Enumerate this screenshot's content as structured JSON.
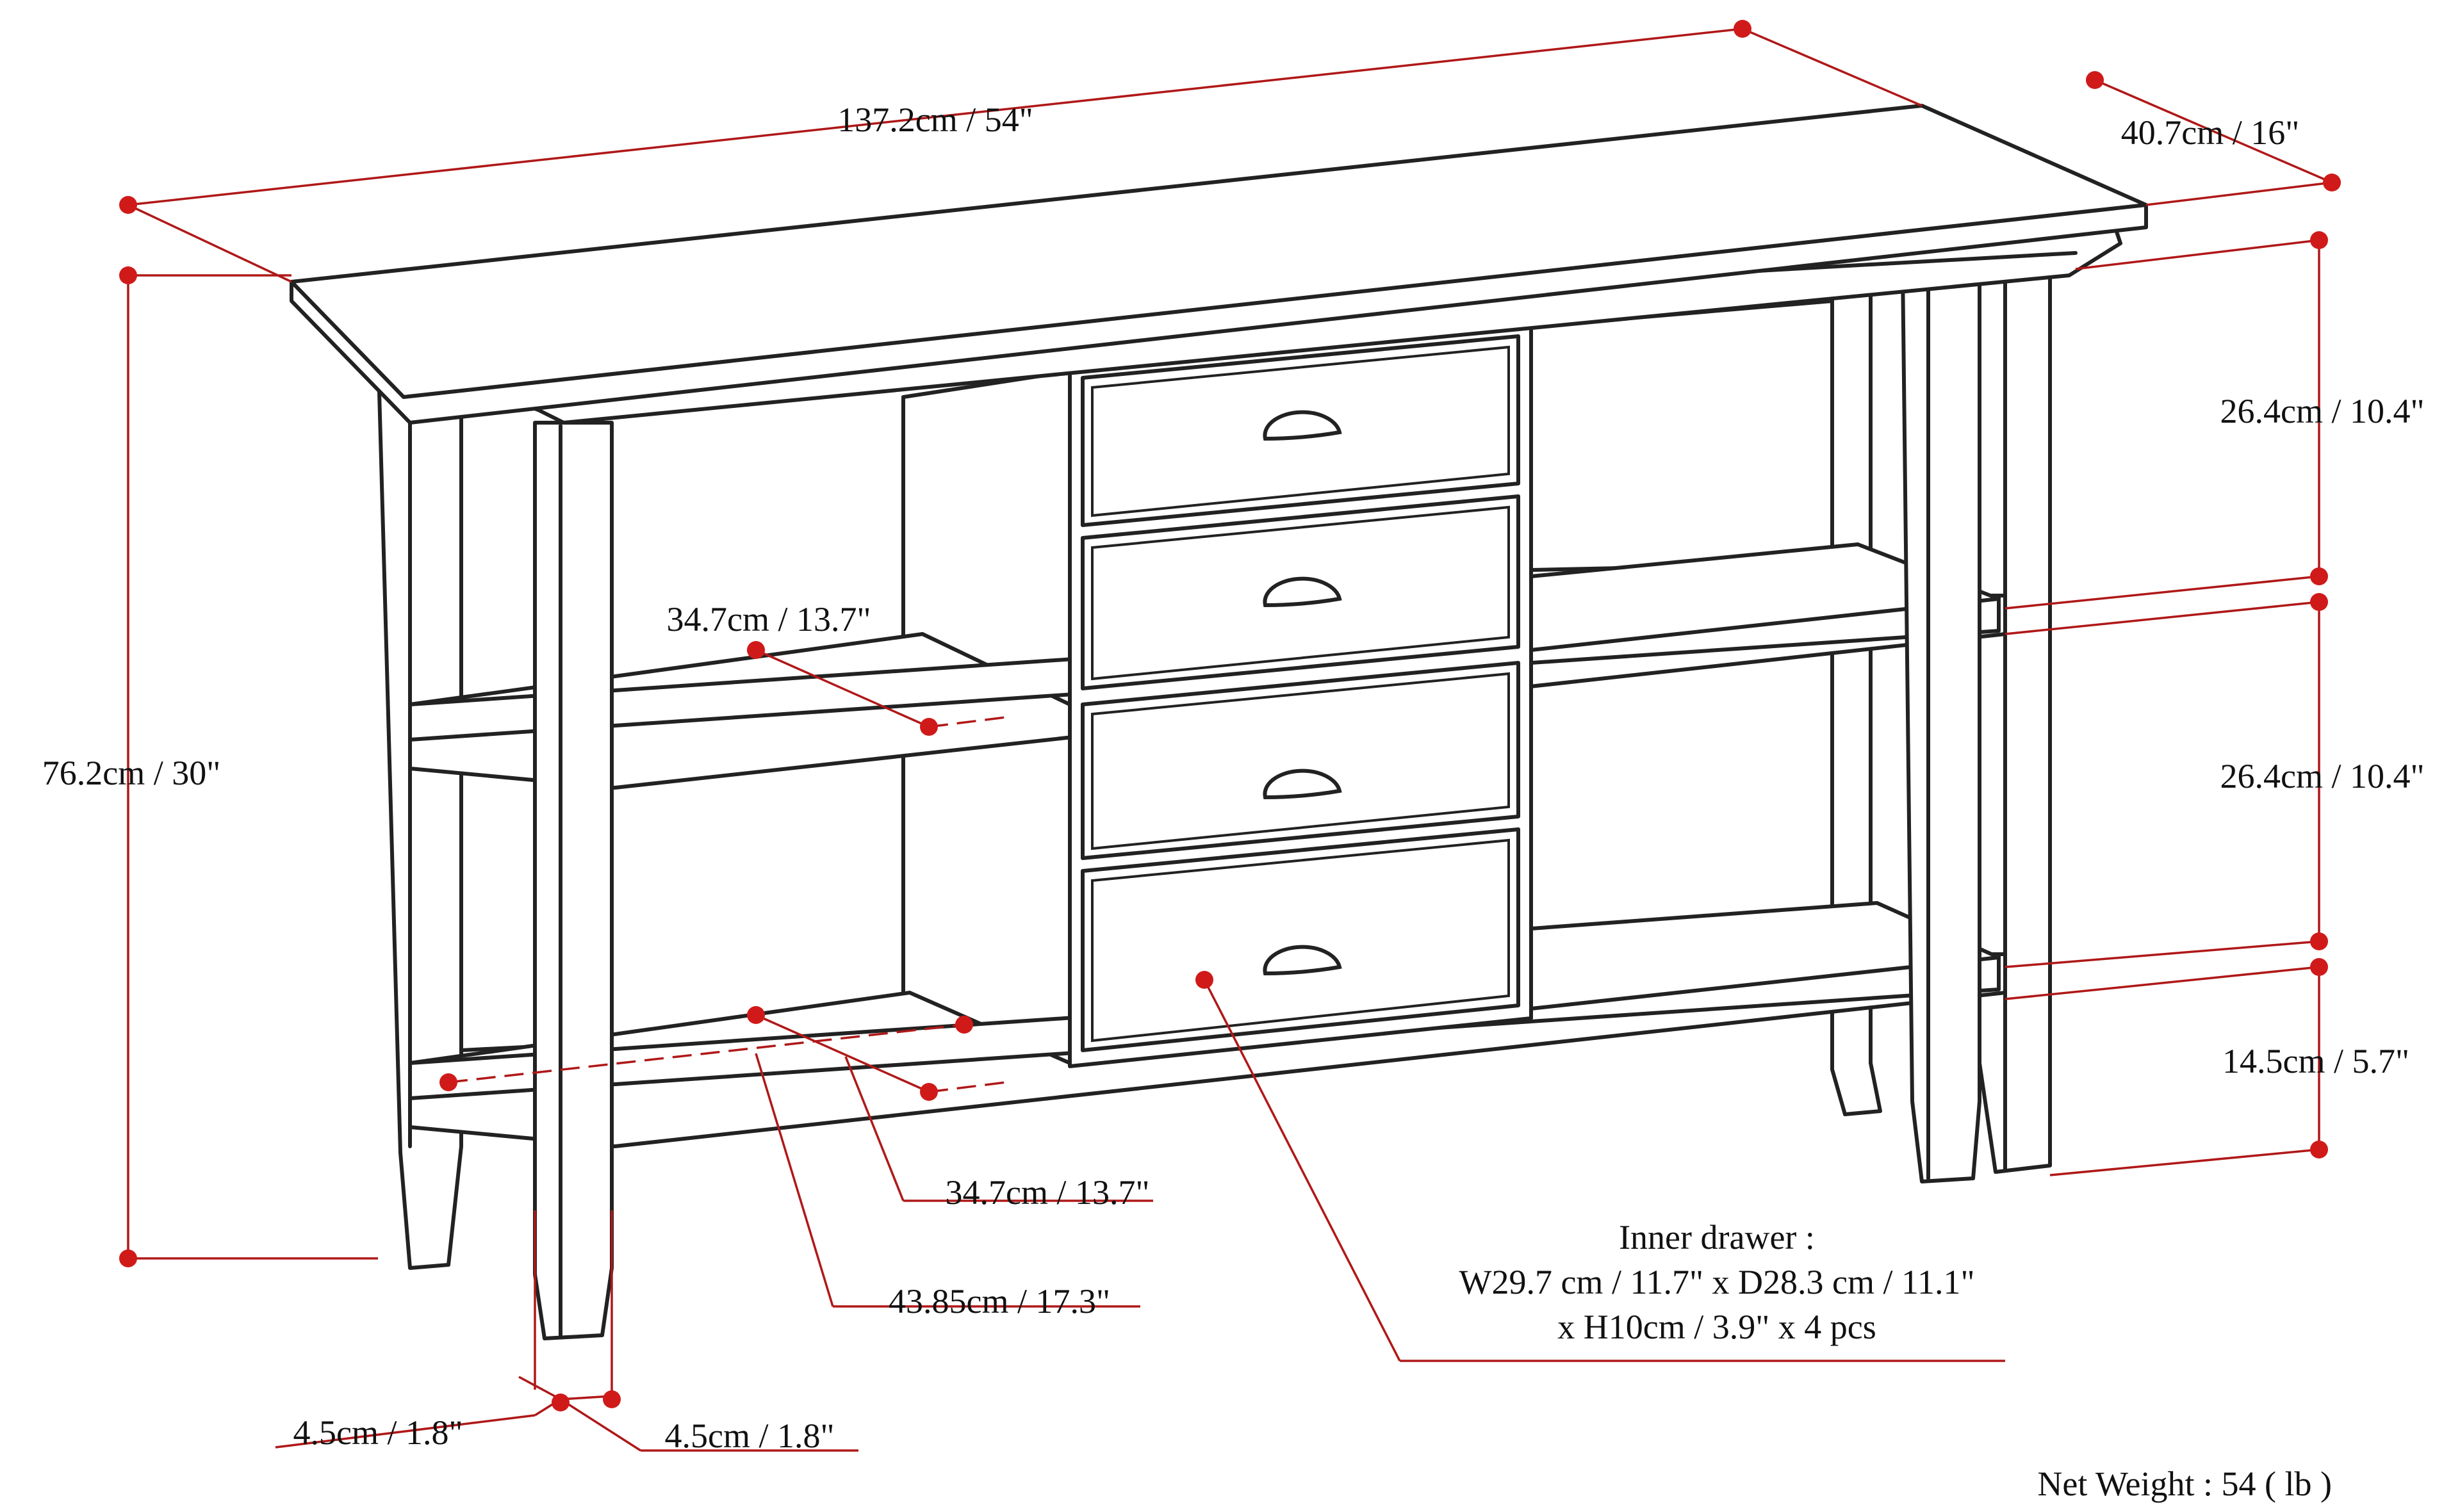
{
  "dimensions": {
    "overall_width": "137.2cm / 54\"",
    "overall_depth": "40.7cm / 16\"",
    "overall_height": "76.2cm / 30\"",
    "upper_section_height": "26.4cm / 10.4\"",
    "middle_section_height": "26.4cm / 10.4\"",
    "leg_clearance_height": "14.5cm / 5.7\"",
    "upper_shelf_opening": "34.7cm / 13.7\"",
    "lower_shelf_opening": "34.7cm / 13.7\"",
    "shelf_depth": "43.85cm / 17.3\"",
    "leg_width": "4.5cm / 1.8\"",
    "leg_depth": "4.5cm / 1.8\""
  },
  "inner_drawer": {
    "line1": "Inner drawer :",
    "line2": "W29.7 cm / 11.7\" x D28.3 cm / 11.1\"",
    "line3": "x H10cm / 3.9\" x 4 pcs"
  },
  "net_weight": "Net Weight : 54 ( lb )",
  "colors": {
    "dimension_line": "#b01818",
    "dimension_dot": "#d01a1a",
    "outline": "#222222",
    "text": "#111111"
  }
}
